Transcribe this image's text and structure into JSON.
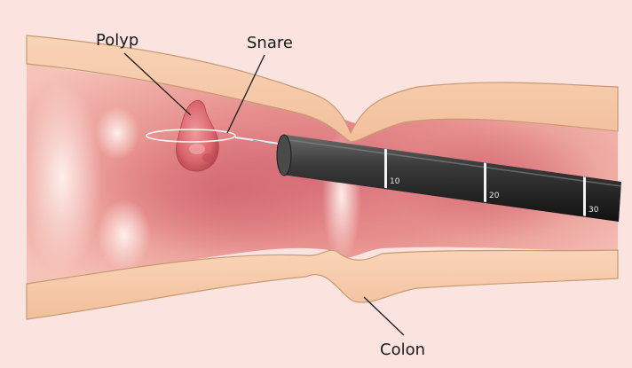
{
  "labels": {
    "polyp": "Polyp",
    "snare": "Snare",
    "colon": "Colon"
  },
  "scope_markings": [
    "10",
    "20",
    "30"
  ],
  "colors": {
    "background": "#fbe3df",
    "colon_wall": "#f6c9a9",
    "wall_outline": "#c99a72",
    "lumen": "#e9908e",
    "lumen_dark": "#d66a6e",
    "polyp": "#dc6e73",
    "scope": "#2e2e2e",
    "scope_band": "#f2f2f2"
  }
}
